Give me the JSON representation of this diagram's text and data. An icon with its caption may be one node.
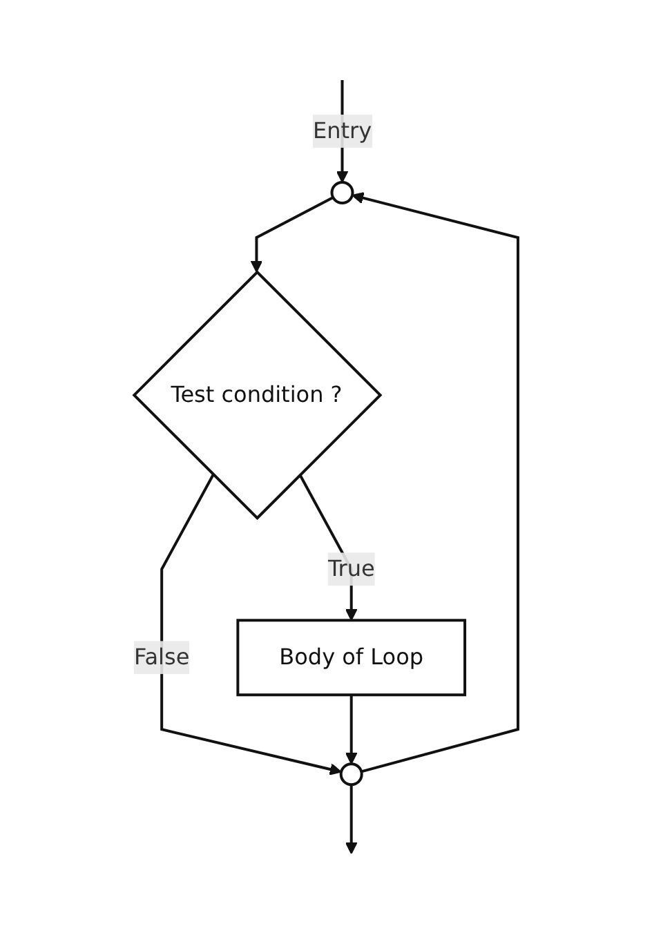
{
  "diagram": {
    "nodes": [
      {
        "text": [],
        "shape": "circle"
      },
      {
        "text": [
          "Test condition ?"
        ]
      },
      {
        "text": [
          "Body of Loop"
        ]
      },
      {
        "text": [],
        "shape": "circle"
      }
    ],
    "edges": [
      {
        "from": null,
        "to": 0,
        "arrow": "to",
        "label": "Entry"
      },
      {
        "from": 0,
        "to": 1,
        "arrow": "to"
      },
      {
        "from": 1,
        "to": 2,
        "arrow": "to",
        "label": "True"
      },
      {
        "from": 1,
        "to": 3,
        "arrow": "to",
        "label": "False"
      },
      {
        "from": 2,
        "to": 3,
        "arrow": "to"
      },
      {
        "from": 3,
        "to": 0,
        "arrow": "to"
      },
      {
        "from": 3,
        "to": null,
        "arrow": "to"
      }
    ]
  }
}
